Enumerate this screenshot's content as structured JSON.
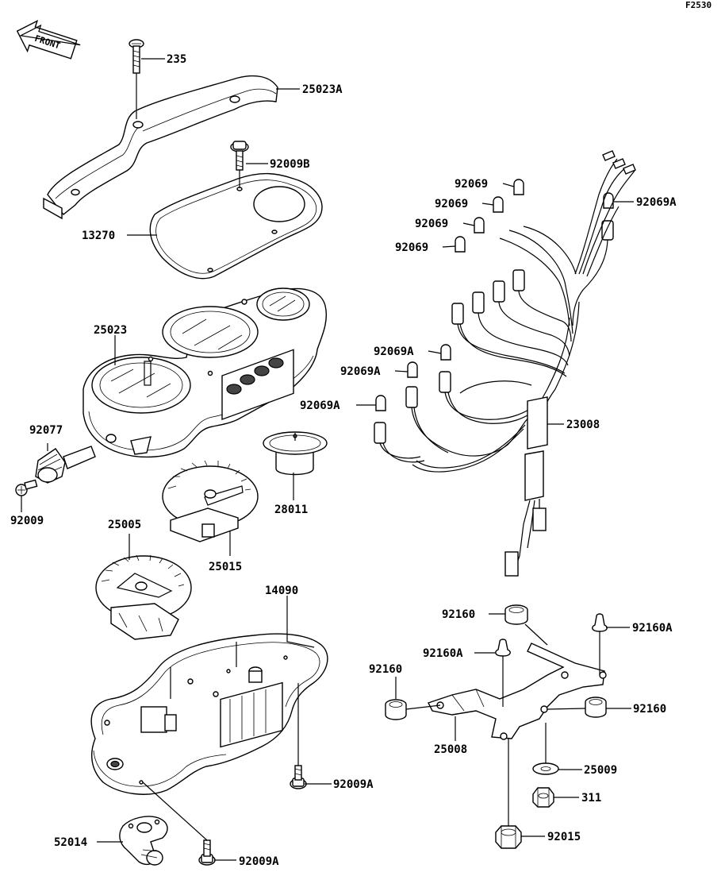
{
  "diagram_code": "F2530",
  "front_label": "FRONT",
  "parts": [
    {
      "id": "235"
    },
    {
      "id": "25023A"
    },
    {
      "id": "92009B"
    },
    {
      "id": "13270"
    },
    {
      "id": "25023"
    },
    {
      "id": "92077"
    },
    {
      "id": "92009"
    },
    {
      "id": "28011"
    },
    {
      "id": "25005"
    },
    {
      "id": "25015"
    },
    {
      "id": "14090"
    },
    {
      "id": "92009A"
    },
    {
      "id": "52014"
    },
    {
      "id": "92009A"
    },
    {
      "id": "92069"
    },
    {
      "id": "92069"
    },
    {
      "id": "92069"
    },
    {
      "id": "92069"
    },
    {
      "id": "92069A"
    },
    {
      "id": "92069A"
    },
    {
      "id": "92069A"
    },
    {
      "id": "92069A"
    },
    {
      "id": "23008"
    },
    {
      "id": "92160"
    },
    {
      "id": "92160A"
    },
    {
      "id": "92160A"
    },
    {
      "id": "92160"
    },
    {
      "id": "92160"
    },
    {
      "id": "25008"
    },
    {
      "id": "25009"
    },
    {
      "id": "311"
    },
    {
      "id": "92015"
    }
  ]
}
